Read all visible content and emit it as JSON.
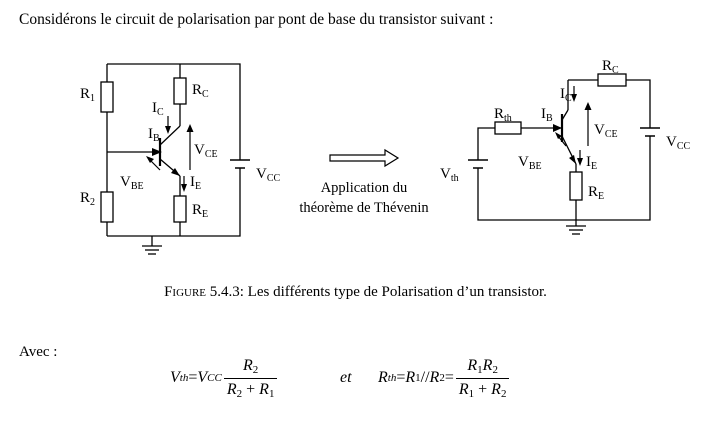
{
  "intro_text": "Considérons le circuit de polarisation par pont de base du transistor suivant :",
  "left_circuit": {
    "R1": "R",
    "R1_sub": "1",
    "R2": "R",
    "R2_sub": "2",
    "RC": "R",
    "RC_sub": "C",
    "RE": "R",
    "RE_sub": "E",
    "IC": "I",
    "IC_sub": "C",
    "IB": "I",
    "IB_sub": "B",
    "IE": "I",
    "IE_sub": "E",
    "VCE": "V",
    "VCE_sub": "CE",
    "VBE": "V",
    "VBE_sub": "BE",
    "VCC": "V",
    "VCC_sub": "CC"
  },
  "arrow_label_line1": "Application du",
  "arrow_label_line2": "théorème de Thévenin",
  "right_circuit": {
    "RC": "R",
    "RC_sub": "C",
    "IC": "I",
    "IC_sub": "C",
    "Rth": "R",
    "Rth_sub": "th",
    "IB": "I",
    "IB_sub": "B",
    "VCE": "V",
    "VCE_sub": "CE",
    "VCC": "V",
    "VCC_sub": "CC",
    "Vth": "V",
    "Vth_sub": "th",
    "VBE": "V",
    "VBE_sub": "BE",
    "IE": "I",
    "IE_sub": "E",
    "RE": "R",
    "RE_sub": "E"
  },
  "caption": {
    "label": "Figure",
    "text": " 5.4.3: Les différents type de Polarisation d’un transistor."
  },
  "avec_text": "Avec :",
  "formula": {
    "vth_V": "V",
    "vth_sub": "th",
    "eq1": "=",
    "vcc_V": "V",
    "vcc_sub": "CC",
    "f1_num_R": "R",
    "f1_num_sub": "2",
    "f1_den": "R",
    "f1_den_sub1": "2",
    "f1_den_plus": " + ",
    "f1_den_R": "R",
    "f1_den_sub2": "1",
    "et": "et",
    "rth_R": "R",
    "rth_sub": "th",
    "eq2": " = ",
    "par_R1": "R",
    "par_R1_sub": "1",
    "par_sep": "//",
    "par_R2": "R",
    "par_R2_sub": "2",
    "eq3": " = ",
    "f2_num_R1": "R",
    "f2_num_sub1": "1",
    "f2_num_R2": "R",
    "f2_num_sub2": "2",
    "f2_den_R1": "R",
    "f2_den_sub1": "1",
    "f2_den_plus": " + ",
    "f2_den_R2": "R",
    "f2_den_sub2": "2"
  }
}
